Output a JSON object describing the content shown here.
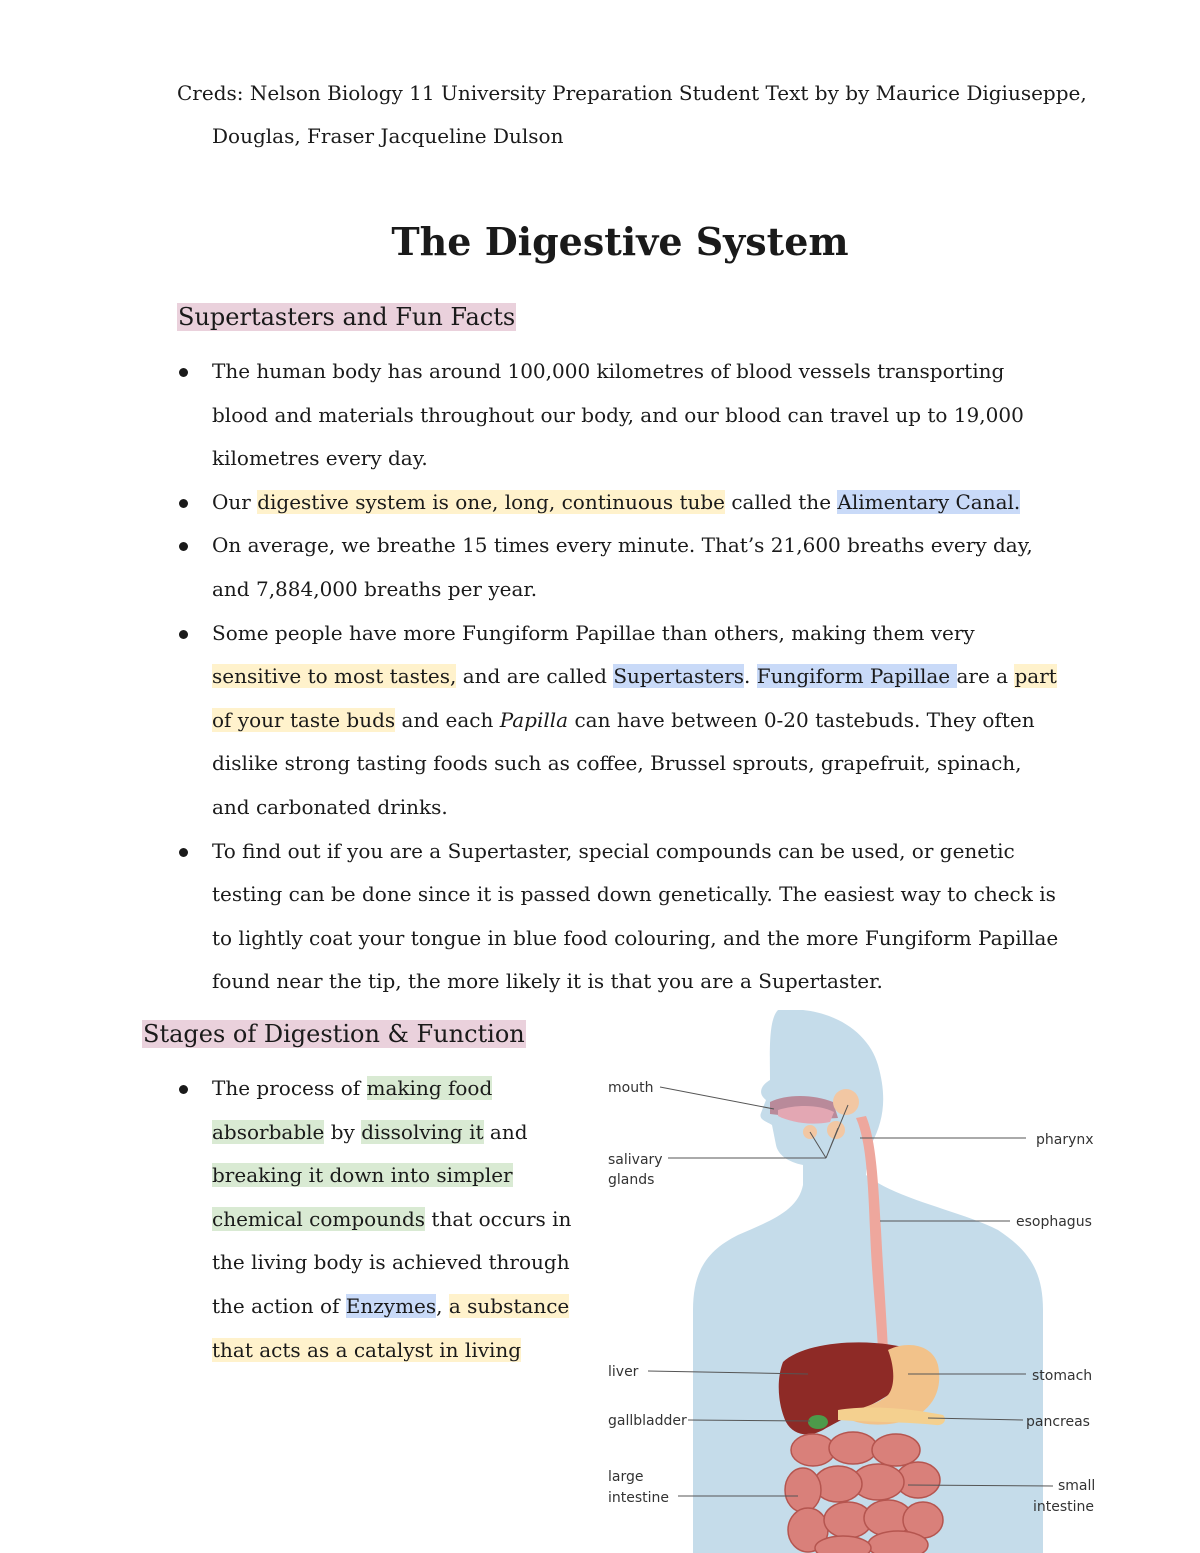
{
  "creds": "Creds: Nelson Biology 11 University Preparation Student Text by by Maurice Digiuseppe, Douglas, Fraser Jacqueline Dulson",
  "title": "The Digestive System",
  "section1": {
    "heading": "Supertasters and Fun Facts",
    "bullets": [
      {
        "segments": [
          {
            "text": "The human body has around 100,000 kilometres of blood vessels transporting blood and materials throughout our body, and our blood can travel up to 19,000 kilometres every day."
          }
        ]
      },
      {
        "segments": [
          {
            "text": "Our "
          },
          {
            "text": "digestive system is one, long, continuous tube",
            "hl": "yellow"
          },
          {
            "text": " called the "
          },
          {
            "text": "Alimentary Canal.",
            "hl": "blue"
          }
        ]
      },
      {
        "segments": [
          {
            "text": "On average, we breathe 15 times every minute. That’s 21,600 breaths every day, and 7,884,000 breaths per year."
          }
        ]
      },
      {
        "segments": [
          {
            "text": "Some people have more Fungiform Papillae than others, making them very "
          },
          {
            "text": "sensitive to most tastes,",
            "hl": "yellow"
          },
          {
            "text": " and are called "
          },
          {
            "text": "Supertasters",
            "hl": "blue"
          },
          {
            "text": ". "
          },
          {
            "text": "Fungiform Papillae ",
            "hl": "blue"
          },
          {
            "text": "are a "
          },
          {
            "text": "part of your taste buds",
            "hl": "yellow"
          },
          {
            "text": " and each "
          },
          {
            "text": "Papilla",
            "italic": true
          },
          {
            "text": " can have between 0-20 tastebuds. They often dislike strong tasting foods such as coffee, Brussel sprouts, grapefruit, spinach, and carbonated drinks."
          }
        ]
      },
      {
        "segments": [
          {
            "text": "To find out if you are a Supertaster, special compounds can be used, or genetic testing can be done since it is passed down genetically. The easiest way to check is to lightly coat your tongue in blue food colouring, and the more Fungiform Papillae found near the tip, the more likely it is that you are a Supertaster."
          }
        ]
      }
    ]
  },
  "section2": {
    "heading": "Stages of Digestion & Function",
    "bullets": [
      {
        "segments": [
          {
            "text": "The process of "
          },
          {
            "text": "making food absorbable",
            "hl": "green"
          },
          {
            "text": " by "
          },
          {
            "text": "dissolving it",
            "hl": "green"
          },
          {
            "text": " and "
          },
          {
            "text": "breaking it down into simpler chemical compounds",
            "hl": "green"
          },
          {
            "text": " that occurs in the living body is achieved through the action of "
          },
          {
            "text": "Enzymes",
            "hl": "blue"
          },
          {
            "text": ", "
          },
          {
            "text": "a substance that acts as a catalyst in living",
            "hl": "yellow"
          }
        ]
      }
    ]
  },
  "diagram": {
    "labels": {
      "mouth": "mouth",
      "salivary1": "salivary",
      "salivary2": "glands",
      "pharynx": "pharynx",
      "esophagus": "esophagus",
      "liver": "liver",
      "stomach": "stomach",
      "gallbladder": "gallbladder",
      "pancreas": "pancreas",
      "large1": "large",
      "large2": "intestine",
      "small1": "small",
      "small2": "intestine"
    },
    "colors": {
      "body": "#c5dcea",
      "liver": "#8e2a26",
      "stomach": "#f2c28a",
      "intestine": "#d9807a",
      "esophagus": "#eea79d",
      "gallbladder": "#4d9a4a"
    }
  }
}
